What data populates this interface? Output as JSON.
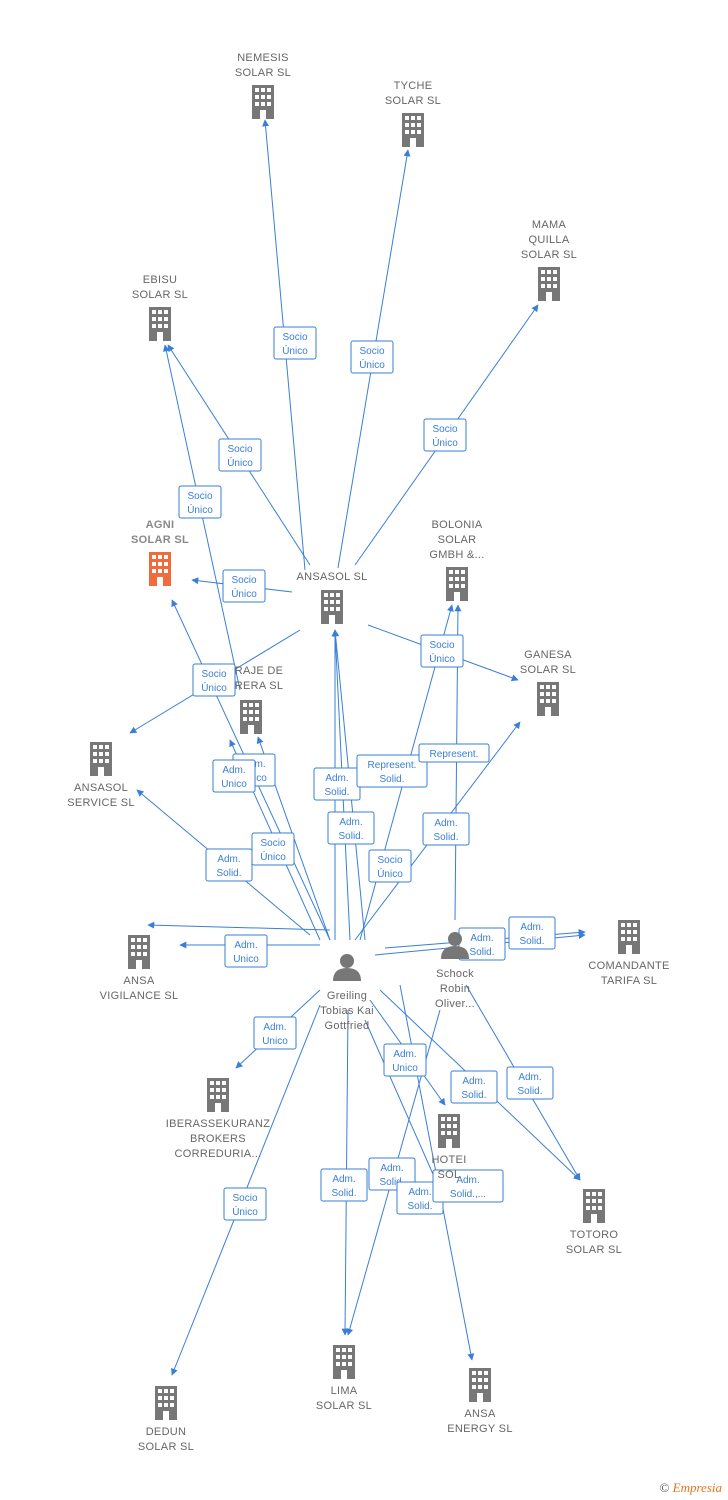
{
  "colors": {
    "edge": "#3a7fd5",
    "building": "#777777",
    "building_main": "#f26b3a",
    "person": "#777777"
  },
  "nodes": [
    {
      "id": "nemesis",
      "type": "building",
      "label": [
        "NEMESIS",
        "SOLAR  SL"
      ]
    },
    {
      "id": "tyche",
      "type": "building",
      "label": [
        "TYCHE",
        "SOLAR  SL"
      ]
    },
    {
      "id": "mama",
      "type": "building",
      "label": [
        "MAMA",
        "QUILLA",
        "SOLAR  SL"
      ]
    },
    {
      "id": "ebisu",
      "type": "building",
      "label": [
        "EBISU",
        "SOLAR  SL"
      ]
    },
    {
      "id": "agni",
      "type": "building_main",
      "label": [
        "AGNI",
        "SOLAR  SL"
      ]
    },
    {
      "id": "bolonia",
      "type": "building",
      "label": [
        "BOLONIA",
        "SOLAR",
        "GMBH &..."
      ]
    },
    {
      "id": "ansasol",
      "type": "building",
      "label": [
        "ANSASOL SL"
      ]
    },
    {
      "id": "ganesa",
      "type": "building",
      "label": [
        "GANESA",
        "SOLAR  SL"
      ]
    },
    {
      "id": "garaje",
      "type": "building",
      "label": [
        "RAJE DE",
        "RERA SL"
      ]
    },
    {
      "id": "service",
      "type": "building",
      "label": [
        "ANSASOL",
        "SERVICE  SL"
      ]
    },
    {
      "id": "vigilance",
      "type": "building",
      "label": [
        "ANSA",
        "VIGILANCE  SL"
      ]
    },
    {
      "id": "comandante",
      "type": "building",
      "label": [
        "COMANDANTE",
        "TARIFA  SL"
      ]
    },
    {
      "id": "greiling",
      "type": "person",
      "label": [
        "Greiling",
        "Tobias Kai",
        "Gottfried"
      ]
    },
    {
      "id": "schock",
      "type": "person",
      "label": [
        "Schock",
        "Robin",
        "Oliver..."
      ]
    },
    {
      "id": "iberas",
      "type": "building",
      "label": [
        "IBERASSEKURANZ",
        "BROKERS",
        "CORREDURIA..."
      ]
    },
    {
      "id": "hotei",
      "type": "building",
      "label": [
        "HOTEI",
        "SOL"
      ]
    },
    {
      "id": "totoro",
      "type": "building",
      "label": [
        "TOTORO",
        "SOLAR SL"
      ]
    },
    {
      "id": "dedun",
      "type": "building",
      "label": [
        "DEDUN",
        "SOLAR  SL"
      ]
    },
    {
      "id": "lima",
      "type": "building",
      "label": [
        "LIMA",
        "SOLAR SL"
      ]
    },
    {
      "id": "energy",
      "type": "building",
      "label": [
        "ANSA",
        "ENERGY SL"
      ]
    }
  ],
  "edge_labels": [
    [
      "Socio",
      "Único"
    ],
    [
      "Socio",
      "Único"
    ],
    [
      "Socio",
      "Único"
    ],
    [
      "Socio",
      "Único"
    ],
    [
      "Socio",
      "Único"
    ],
    [
      "Socio",
      "Único"
    ],
    [
      "Socio",
      "Único"
    ],
    [
      "Socio",
      "Único"
    ],
    [
      "Socio",
      "Único"
    ],
    [
      "Adm.",
      "Unico"
    ],
    [
      "Adm.",
      "Solid."
    ],
    [
      "Represent.",
      "Solid."
    ],
    [
      "Represent."
    ],
    [
      "Adm.",
      "Solid."
    ],
    [
      "Socio",
      "Único"
    ],
    [
      "Adm.",
      "Solid."
    ],
    [
      "Adm.",
      "Unico"
    ],
    [
      "Socio",
      "Único"
    ],
    [
      "Adm.",
      "Solid."
    ],
    [
      "Adm.",
      "Unico"
    ],
    [
      "Adm.",
      "Solid."
    ],
    [
      "Adm.",
      "Solid."
    ],
    [
      "Adm.",
      "Unico"
    ],
    [
      "Adm.",
      "Unico"
    ],
    [
      "Adm.",
      "Solid."
    ],
    [
      "Adm.",
      "Solid."
    ],
    [
      "Adm.",
      "Solid."
    ],
    [
      "Adm.",
      "Solid."
    ],
    [
      "Adm.",
      "Solid."
    ],
    [
      "Adm.",
      "Solid.,..."
    ],
    [
      "Socio",
      "Único"
    ]
  ],
  "footer": {
    "copyright": "©",
    "brand": "Empresia"
  }
}
